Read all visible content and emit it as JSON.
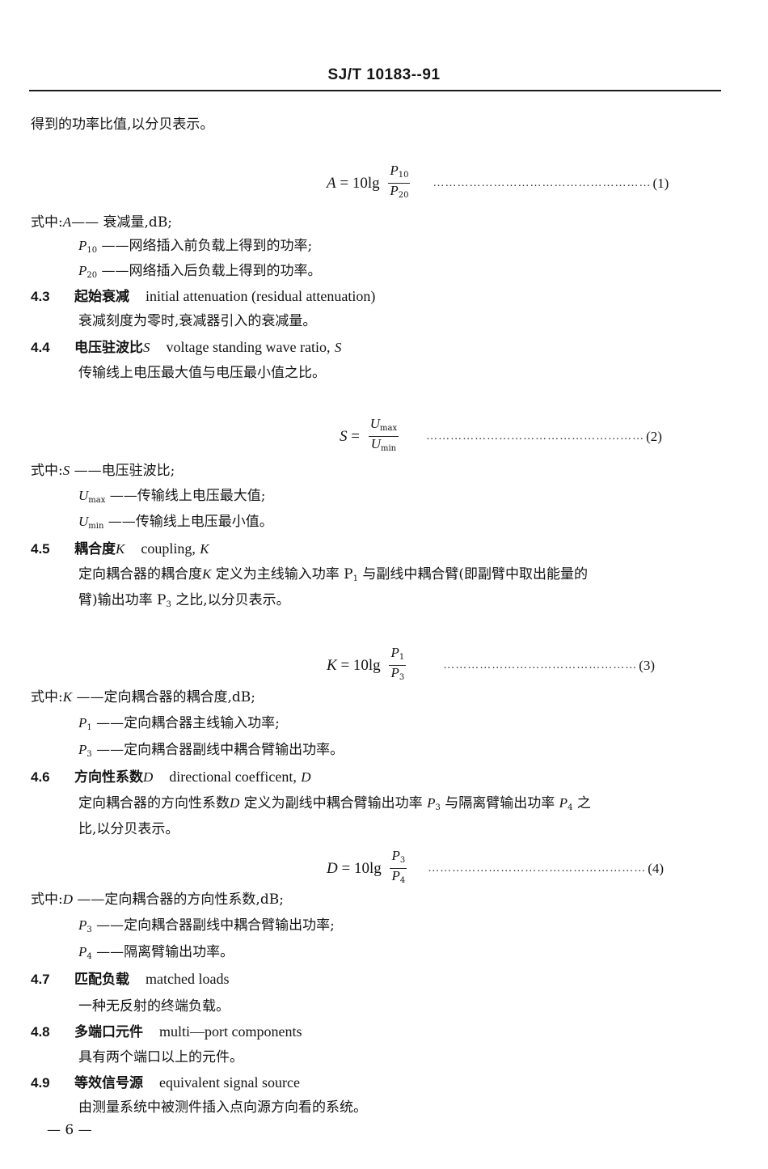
{
  "header": {
    "standard_code": "SJ/T 10183--91"
  },
  "intro_line": "得到的功率比值,以分贝表示。",
  "formulas": [
    {
      "lhs": "A",
      "eq": " = 10lg ",
      "num": "P",
      "num_sub": "10",
      "den": "P",
      "den_sub": "20",
      "dots": "………………………………………………",
      "number": "(1)"
    },
    {
      "lhs": "S",
      "eq": " = ",
      "num": "U",
      "num_sub": "max",
      "den": "U",
      "den_sub": "min",
      "dots": "………………………………………………",
      "number": "(2)"
    },
    {
      "lhs": "K",
      "eq": " = 10lg ",
      "num": "P",
      "num_sub": "1",
      "den": "P",
      "den_sub": "3",
      "dots": "…………………………………………",
      "number": "(3)"
    },
    {
      "lhs": "D",
      "eq": " = 10lg ",
      "num": "P",
      "num_sub": "3",
      "den": "P",
      "den_sub": "4",
      "dots": "………………………………………………",
      "number": "(4)"
    }
  ],
  "where_blocks": [
    {
      "prefix": "式中:",
      "items": [
        {
          "sym": "A",
          "sub": "",
          "dash": "——",
          "desc": " 衰减量,dB;"
        },
        {
          "sym": "P",
          "sub": "10",
          "dash": " ——",
          "desc": "网络插入前负载上得到的功率;"
        },
        {
          "sym": "P",
          "sub": "20",
          "dash": " ——",
          "desc": "网络插入后负载上得到的功率。"
        }
      ]
    },
    {
      "prefix": "式中:",
      "items": [
        {
          "sym": "S",
          "sub": "",
          "dash": " ——",
          "desc": "电压驻波比;"
        },
        {
          "sym": "U",
          "sub": "max",
          "dash": " ——",
          "desc": "传输线上电压最大值;"
        },
        {
          "sym": "U",
          "sub": "min",
          "dash": " ——",
          "desc": "传输线上电压最小值。"
        }
      ]
    },
    {
      "prefix": "式中:",
      "items": [
        {
          "sym": "K",
          "sub": "",
          "dash": " ——",
          "desc": "定向耦合器的耦合度,dB;"
        },
        {
          "sym": "P",
          "sub": "1",
          "dash": " ——",
          "desc": "定向耦合器主线输入功率;"
        },
        {
          "sym": "P",
          "sub": "3",
          "dash": " ——",
          "desc": "定向耦合器副线中耦合臂输出功率。"
        }
      ]
    },
    {
      "prefix": "式中:",
      "items": [
        {
          "sym": "D",
          "sub": "",
          "dash": " ——",
          "desc": "定向耦合器的方向性系数,dB;"
        },
        {
          "sym": "P",
          "sub": "3",
          "dash": " ——",
          "desc": "定向耦合器副线中耦合臂输出功率;"
        },
        {
          "sym": "P",
          "sub": "4",
          "dash": " ——",
          "desc": "隔离臂输出功率。"
        }
      ]
    }
  ],
  "sections": {
    "s43": {
      "num": "4.3",
      "term": "起始衰减",
      "en": "initial attenuation (residual attenuation)",
      "body": [
        "衰减刻度为零时,衰减器引入的衰减量。"
      ]
    },
    "s44": {
      "num": "4.4",
      "term": "电压驻波比",
      "term_sym": "S",
      "en": "voltage standing wave ratio,",
      "en_sym": "S",
      "body": [
        "传输线上电压最大值与电压最小值之比。"
      ]
    },
    "s45": {
      "num": "4.5",
      "term": "耦合度",
      "term_sym": "K",
      "en": "coupling,",
      "en_sym": "K",
      "body_a1": "定向耦合器的耦合度",
      "body_a_sym": "K",
      "body_a2": " 定义为主线输入功率 P",
      "body_a_sub": "1",
      "body_a3": " 与副线中耦合臂(即副臂中取出能量的",
      "body_b1": "臂)输出功率 P",
      "body_b_sub": "3",
      "body_b2": " 之比,以分贝表示。"
    },
    "s46": {
      "num": "4.6",
      "term": "方向性系数",
      "term_sym": "D",
      "en": "directional coefficent,",
      "en_sym": "D",
      "body_a1": "定向耦合器的方向性系数",
      "body_a_sym": "D",
      "body_a2": " 定义为副线中耦合臂输出功率 ",
      "body_a_p3": "P",
      "body_a_sub3": "3",
      "body_a3": " 与隔离臂输出功率 ",
      "body_a_p4": "P",
      "body_a_sub4": "4",
      "body_a4": " 之",
      "body_b": "比,以分贝表示。"
    },
    "s47": {
      "num": "4.7",
      "term": "匹配负载",
      "en": "matched loads",
      "body": [
        "一种无反射的终端负载。"
      ]
    },
    "s48": {
      "num": "4.8",
      "term": "多端口元件",
      "en": "multi—port components",
      "body": [
        "具有两个端口以上的元件。"
      ]
    },
    "s49": {
      "num": "4.9",
      "term": "等效信号源",
      "en": "equivalent signal source",
      "body": [
        "由测量系统中被测件插入点向源方向看的系统。"
      ]
    }
  },
  "footer": {
    "page_number": "— 6 —"
  }
}
